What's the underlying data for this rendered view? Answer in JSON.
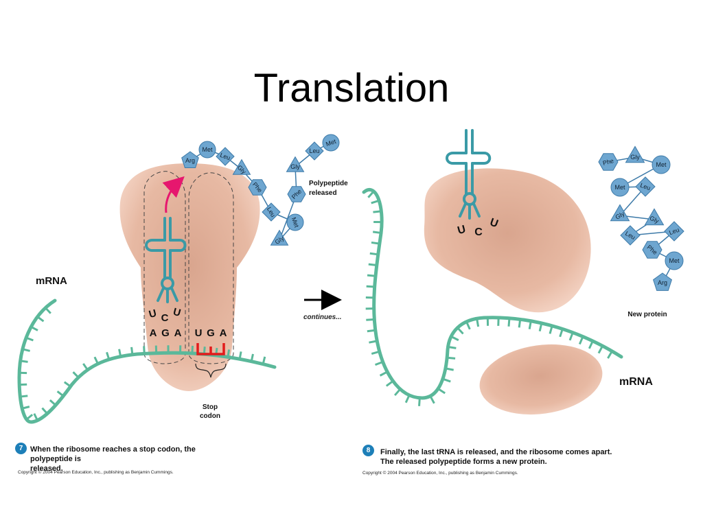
{
  "title": "Translation",
  "colors": {
    "mrna": "#5bb89a",
    "ribosome": "#e8b7a0",
    "trna": "#3a9aa6",
    "residue": "#6ea6d0",
    "stop_codon": "#e21b1b",
    "arrow": "#e6176e"
  },
  "left_panel": {
    "mrna_label": "mRNA",
    "anticodon": [
      "U",
      "C",
      "U"
    ],
    "codon_1": [
      "A",
      "G",
      "A"
    ],
    "stop_codon_letters": [
      "U",
      "G",
      "A"
    ],
    "stop_codon_label": [
      "Stop",
      "codon"
    ],
    "polypeptide_label": [
      "Polypeptide",
      "released"
    ],
    "chain": [
      "Arg",
      "Met",
      "Leu",
      "Gly",
      "Phe",
      "Leu",
      "Met",
      "Gly",
      "Phe",
      "Gly",
      "Leu",
      "Met"
    ],
    "step_number": "7",
    "caption": [
      "When the ribosome reaches a stop codon, the polypeptide is",
      "released."
    ],
    "copyright": "Copyright © 2004 Pearson Education, Inc., publishing as Benjamin Cummings."
  },
  "middle": {
    "continues_label": "continues..."
  },
  "right_panel": {
    "anticodon": [
      "U",
      "C",
      "U"
    ],
    "protein": [
      "Phe",
      "Gly",
      "Met",
      "Met",
      "Leu",
      "Gly",
      "Gly",
      "Leu",
      "Leu",
      "Phe",
      "Met",
      "Arg"
    ],
    "new_protein_label": "New protein",
    "mrna_label": "mRNA",
    "step_number": "8",
    "caption": [
      "Finally, the last tRNA is released, and the ribosome comes apart.",
      "The released polypeptide forms a new protein."
    ],
    "copyright": "Copyright © 2004 Pearson Education, Inc., publishing as Benjamin Cummings."
  }
}
